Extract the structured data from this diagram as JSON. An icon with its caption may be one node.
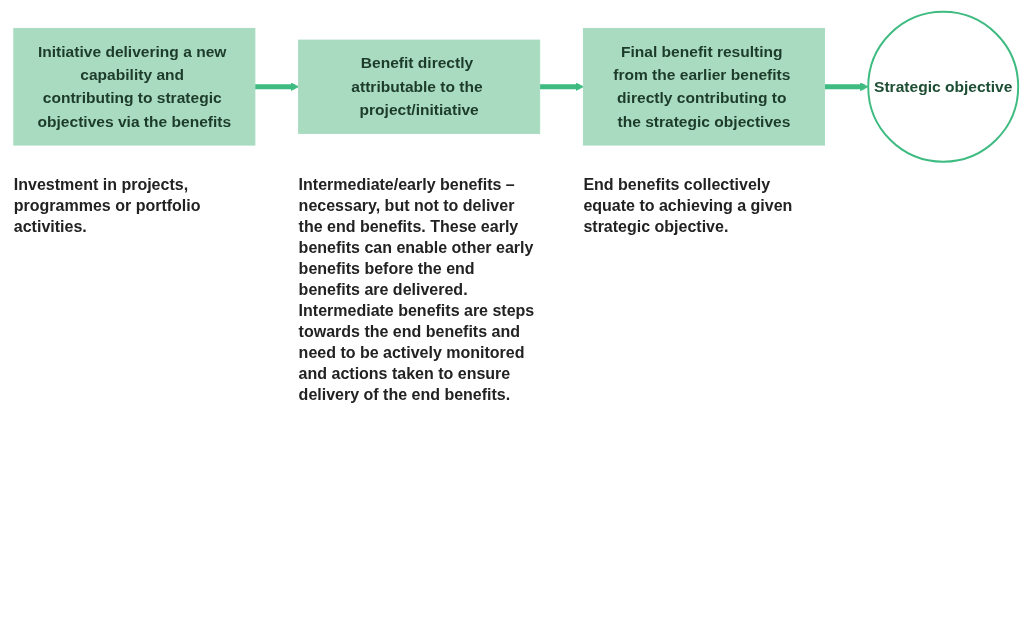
{
  "diagram": {
    "nodes": [
      {
        "text": [
          "Initiative delivering a new capability and contributing to strategic objectives via the benefits"
        ],
        "beside": [
          "Investment in projects, programmes or portfolio activities."
        ]
      },
      {
        "text": [
          "Benefit directly attributable to the project/initiative"
        ],
        "beside": [
          "Intermediate/early benefits – necessary, but not to deliver the end benefits. These early benefits can enable other early benefits before the end benefits are delivered. Intermediate benefits are steps towards the end benefits and need to be actively monitored and actions taken to ensure delivery of the end benefits."
        ]
      },
      {
        "text": [
          "Final benefit resulting from the earlier benefits directly contributing to the strategic objectives"
        ],
        "beside": [
          "End benefits collectively equate to achieving a given strategic objective."
        ]
      },
      {
        "text": [
          "Strategic objective"
        ]
      }
    ],
    "edges": [
      {
        "from": 0,
        "to": 1,
        "arrow": "to"
      },
      {
        "from": 1,
        "to": 2,
        "arrow": "to"
      },
      {
        "from": 2,
        "to": 3,
        "arrow": "to"
      }
    ]
  }
}
